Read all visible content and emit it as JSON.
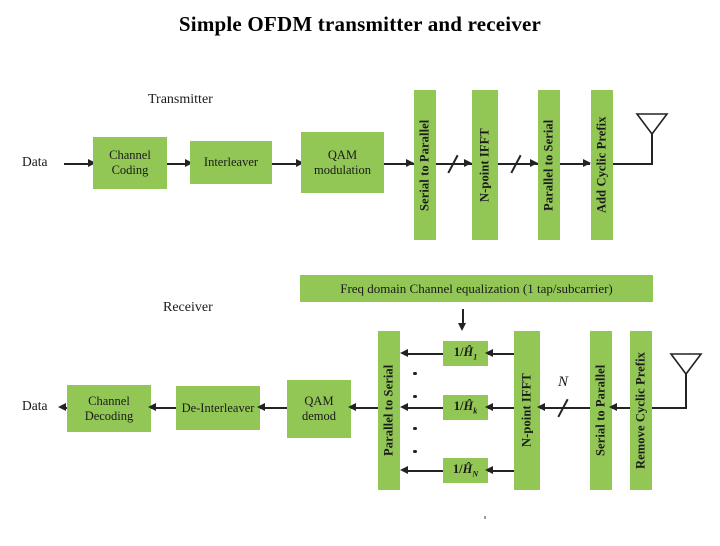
{
  "title": "Simple OFDM transmitter and receiver",
  "colors": {
    "block_green": "#92C756",
    "line": "#232323",
    "text": "#1a1a1a",
    "background": "#ffffff"
  },
  "transmitter": {
    "section_label": "Transmitter",
    "input_label": "Data",
    "blocks": [
      {
        "id": "channel-coding",
        "label": "Channel\nCoding",
        "orientation": "horizontal"
      },
      {
        "id": "interleaver",
        "label": "Interleaver",
        "orientation": "horizontal"
      },
      {
        "id": "qam-modulation",
        "label": "QAM\nmodulation",
        "orientation": "horizontal"
      },
      {
        "id": "serial-to-parallel",
        "label": "Serial to Parallel",
        "orientation": "vertical"
      },
      {
        "id": "n-point-ifft",
        "label": "N-point IFFT",
        "orientation": "vertical"
      },
      {
        "id": "parallel-to-serial",
        "label": "Parallel to Serial",
        "orientation": "vertical"
      },
      {
        "id": "add-cyclic-prefix",
        "label": "Add Cyclic Prefix",
        "orientation": "vertical"
      }
    ],
    "labels": {
      "line1": "Channel",
      "line2": "Coding",
      "interleaver": "Interleaver",
      "qam1": "QAM",
      "qam2": "modulation",
      "s2p": "Serial to Parallel",
      "ifft": "N-point IFFT",
      "p2s": "Parallel to Serial",
      "acp": "Add Cyclic Prefix"
    },
    "antenna": "transmit-antenna"
  },
  "receiver": {
    "section_label": "Receiver",
    "output_label": "Data",
    "equalization_bar": "Freq domain Channel equalization (1 tap/subcarrier)",
    "bus_width_label": "N",
    "equalizers": [
      {
        "id": "eq-1",
        "prefix": "1/",
        "symbol": "Ĥ",
        "subscript": "1"
      },
      {
        "id": "eq-k",
        "prefix": "1/",
        "symbol": "Ĥ",
        "subscript": "k"
      },
      {
        "id": "eq-N",
        "prefix": "1/",
        "symbol": "Ĥ",
        "subscript": "N"
      }
    ],
    "labels": {
      "channel_decoding_1": "Channel",
      "channel_decoding_2": "Decoding",
      "de_interleaver": "De-Interleaver",
      "qam_demod_1": "QAM",
      "qam_demod_2": "demod",
      "p2s": "Parallel to Serial",
      "ifft": "N-point IFFT",
      "s2p": "Serial to Parallel",
      "rcp": "Remove Cyclic Prefix"
    },
    "blocks": [
      {
        "id": "channel-decoding",
        "orientation": "horizontal"
      },
      {
        "id": "de-interleaver",
        "orientation": "horizontal"
      },
      {
        "id": "qam-demod",
        "orientation": "horizontal"
      },
      {
        "id": "parallel-to-serial",
        "orientation": "vertical"
      },
      {
        "id": "n-point-ifft",
        "orientation": "vertical"
      },
      {
        "id": "serial-to-parallel",
        "orientation": "vertical"
      },
      {
        "id": "remove-cyclic-prefix",
        "orientation": "vertical"
      }
    ],
    "antenna": "receive-antenna"
  }
}
